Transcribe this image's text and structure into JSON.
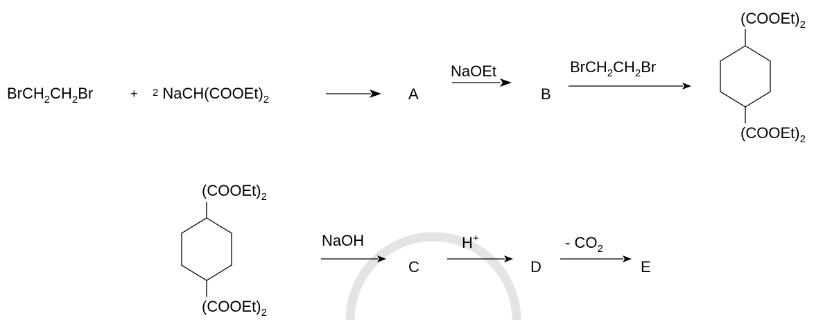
{
  "row1": {
    "reactant1": {
      "p1": "BrCH",
      "s1": "2",
      "p2": "CH",
      "s2": "2",
      "p3": "Br"
    },
    "plus": "+",
    "reactant2": {
      "coef": "2",
      "p1": "NaCH(COOEt)",
      "s1": "2"
    },
    "product_a": "A",
    "reagent_naoet": "NaOEt",
    "product_b": "B",
    "reagent_dibromide": {
      "p1": "BrCH",
      "s1": "2",
      "p2": "CH",
      "s2": "2",
      "p3": "Br"
    },
    "ring_top_substituent": {
      "p1": "(COOEt)",
      "s1": "2"
    },
    "ring_bottom_substituent": {
      "p1": "(COOEt)",
      "s1": "2"
    }
  },
  "row2": {
    "ring_top_substituent": {
      "p1": "(COOEt)",
      "s1": "2"
    },
    "ring_bottom_substituent": {
      "p1": "(COOEt)",
      "s1": "2"
    },
    "reagent_naoh": "NaOH",
    "product_c": "C",
    "reagent_acid": {
      "p1": "H",
      "sup": "+"
    },
    "product_d": "D",
    "reagent_decarboxylation": {
      "p1": "- CO",
      "s1": "2"
    },
    "product_e": "E"
  }
}
